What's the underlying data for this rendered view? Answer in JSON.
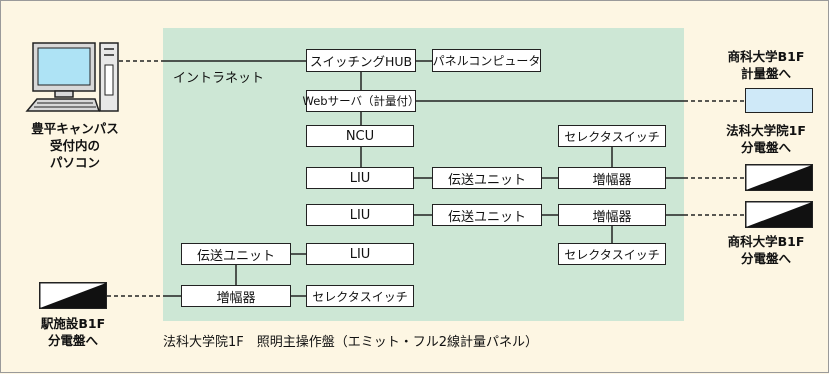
{
  "diagram": {
    "boxes": {
      "switching_hub": "スイッチングHUB",
      "panel_computer": "パネルコンピュータ",
      "web_server": "Webサーバ（計量付）",
      "ncu": "NCU",
      "liu_1": "LIU",
      "liu_2": "LIU",
      "liu_3": "LIU",
      "transmission_1": "伝送ユニット",
      "transmission_2": "伝送ユニット",
      "transmission_3": "伝送ユニット",
      "selector_1": "セレクタスイッチ",
      "selector_2": "セレクタスイッチ",
      "selector_3": "セレクタスイッチ",
      "amplifier_1": "増幅器",
      "amplifier_2": "増幅器",
      "amplifier_3": "増幅器"
    },
    "labels": {
      "intranet": "イントラネット",
      "pc_line1": "豊平キャンパス",
      "pc_line2": "受付内の",
      "pc_line3": "パソコン",
      "dest1_line1": "商科大学B1F",
      "dest1_line2": "計量盤へ",
      "dest2_line1": "法科大学院1F",
      "dest2_line2": "分電盤へ",
      "dest3_line1": "商科大学B1F",
      "dest3_line2": "分電盤へ",
      "dest4_line1": "駅施設B1F",
      "dest4_line2": "分電盤へ",
      "caption": "法科大学院1F　照明主操作盤（エミット・フル2線計量パネル）"
    }
  }
}
